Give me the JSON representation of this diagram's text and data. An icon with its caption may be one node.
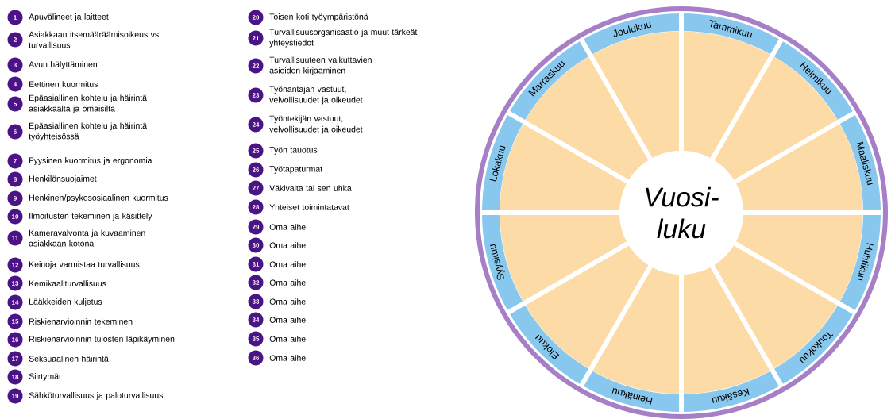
{
  "diagram": {
    "nodes": [
      {
        "text": [
          "1"
        ],
        "beside": [
          "Apuvälineet ja laitteet"
        ]
      },
      {
        "text": [
          "2"
        ],
        "beside": [
          "Asiakkaan itsemääräämisoikeus vs. turvallisuus"
        ]
      },
      {
        "text": [
          "3"
        ],
        "beside": [
          "Avun hälyttäminen"
        ]
      },
      {
        "text": [
          "4"
        ],
        "beside": [
          "Eettinen kuormitus"
        ]
      },
      {
        "text": [
          "5"
        ],
        "beside": [
          "Epäasiallinen kohtelu ja häirintä asiakkaalta ja omaisilta"
        ]
      },
      {
        "text": [
          "6"
        ],
        "beside": [
          "Epäasiallinen kohtelu ja häirintä työyhteisössä"
        ]
      },
      {
        "text": [
          "7"
        ],
        "beside": [
          "Fyysinen kuormitus ja ergonomia"
        ]
      },
      {
        "text": [
          "8"
        ],
        "beside": [
          "Henkilönsuojaimet"
        ]
      },
      {
        "text": [
          "9"
        ],
        "beside": [
          "Henkinen/psykososiaalinen kuormitus"
        ]
      },
      {
        "text": [
          "10"
        ],
        "beside": [
          "Ilmoitusten tekeminen ja käsittely"
        ]
      },
      {
        "text": [
          "11"
        ],
        "beside": [
          "Kameravalvonta ja kuvaaminen asiakkaan kotona"
        ]
      },
      {
        "text": [
          "12"
        ],
        "beside": [
          "Keinoja varmistaa turvallisuus"
        ]
      },
      {
        "text": [
          "13"
        ],
        "beside": [
          "Kemikaaliturvallisuus"
        ]
      },
      {
        "text": [
          "14"
        ],
        "beside": [
          "Lääkkeiden kuljetus"
        ]
      },
      {
        "text": [
          "15"
        ],
        "beside": [
          "Riskienarvioinnin tekeminen"
        ]
      },
      {
        "text": [
          "16"
        ],
        "beside": [
          "Riskienarvioinnin tulosten läpikäyminen"
        ]
      },
      {
        "text": [
          "17"
        ],
        "beside": [
          "Seksuaalinen häirintä"
        ]
      },
      {
        "text": [
          "18"
        ],
        "beside": [
          "Siirtymät"
        ]
      },
      {
        "text": [
          "19"
        ],
        "beside": [
          "Sähköturvallisuus ja paloturvallisuus"
        ]
      },
      {
        "text": [
          "20"
        ],
        "beside": [
          "Toisen koti työympäristönä"
        ]
      },
      {
        "text": [
          "21"
        ],
        "beside": [
          "Turvallisuusorganisaatio ja muut tärkeät yhteystiedot"
        ]
      },
      {
        "text": [
          "22"
        ],
        "beside": [
          "Turvallisuuteen vaikuttavien asioiden kirjaaminen"
        ]
      },
      {
        "text": [
          "23"
        ],
        "beside": [
          "Työnantajan vastuut, velvollisuudet ja oikeudet"
        ]
      },
      {
        "text": [
          "24"
        ],
        "beside": [
          "Työntekijän vastuut, velvollisuudet ja oikeudet"
        ]
      },
      {
        "text": [
          "25"
        ],
        "beside": [
          "Työn tauotus"
        ]
      },
      {
        "text": [
          "26"
        ],
        "beside": [
          "Työtapaturmat"
        ]
      },
      {
        "text": [
          "27"
        ],
        "beside": [
          "Väkivalta tai sen uhka"
        ]
      },
      {
        "text": [
          "28"
        ],
        "beside": [
          "Yhteiset toimintatavat"
        ]
      },
      {
        "text": [
          "29"
        ],
        "beside": [
          "Oma aihe"
        ]
      },
      {
        "text": [
          "30"
        ],
        "beside": [
          "Oma aihe"
        ]
      },
      {
        "text": [
          "31"
        ],
        "beside": [
          "Oma aihe"
        ]
      },
      {
        "text": [
          "32"
        ],
        "beside": [
          "Oma aihe"
        ]
      },
      {
        "text": [
          "33"
        ],
        "beside": [
          "Oma aihe"
        ]
      },
      {
        "text": [
          "34"
        ],
        "beside": [
          "Oma aihe"
        ]
      },
      {
        "text": [
          "35"
        ],
        "beside": [
          "Oma aihe"
        ]
      },
      {
        "text": [
          "36"
        ],
        "beside": [
          "Oma aihe"
        ]
      },
      {
        "text": [
          "Tammikuu"
        ]
      },
      {
        "text": [
          "Helmikuu"
        ]
      },
      {
        "text": [
          "Maaliskuu"
        ]
      },
      {
        "text": [
          "Huhtikuu"
        ]
      },
      {
        "text": [
          "Toukokuu"
        ]
      },
      {
        "text": [
          "Kesäkuu"
        ]
      },
      {
        "text": [
          "Heinäkuu"
        ]
      },
      {
        "text": [
          "Elokuu"
        ]
      },
      {
        "text": [
          "Syyskuu"
        ]
      },
      {
        "text": [
          "Lokakuu"
        ]
      },
      {
        "text": [
          "Marraskuu"
        ]
      },
      {
        "text": [
          "Joulukuu"
        ]
      },
      {
        "text": [
          "Vuosi- luku"
        ]
      },
      {
        "text": [],
        "shape": "sector"
      },
      {
        "text": [],
        "shape": "sector"
      },
      {
        "text": [],
        "shape": "sector"
      },
      {
        "text": [],
        "shape": "sector"
      },
      {
        "text": [],
        "shape": "sector"
      },
      {
        "text": [],
        "shape": "sector"
      },
      {
        "text": [],
        "shape": "sector"
      },
      {
        "text": [],
        "shape": "sector"
      },
      {
        "text": [],
        "shape": "sector"
      },
      {
        "text": [],
        "shape": "sector"
      },
      {
        "text": [],
        "shape": "sector"
      },
      {
        "text": [],
        "shape": "sector"
      }
    ]
  }
}
